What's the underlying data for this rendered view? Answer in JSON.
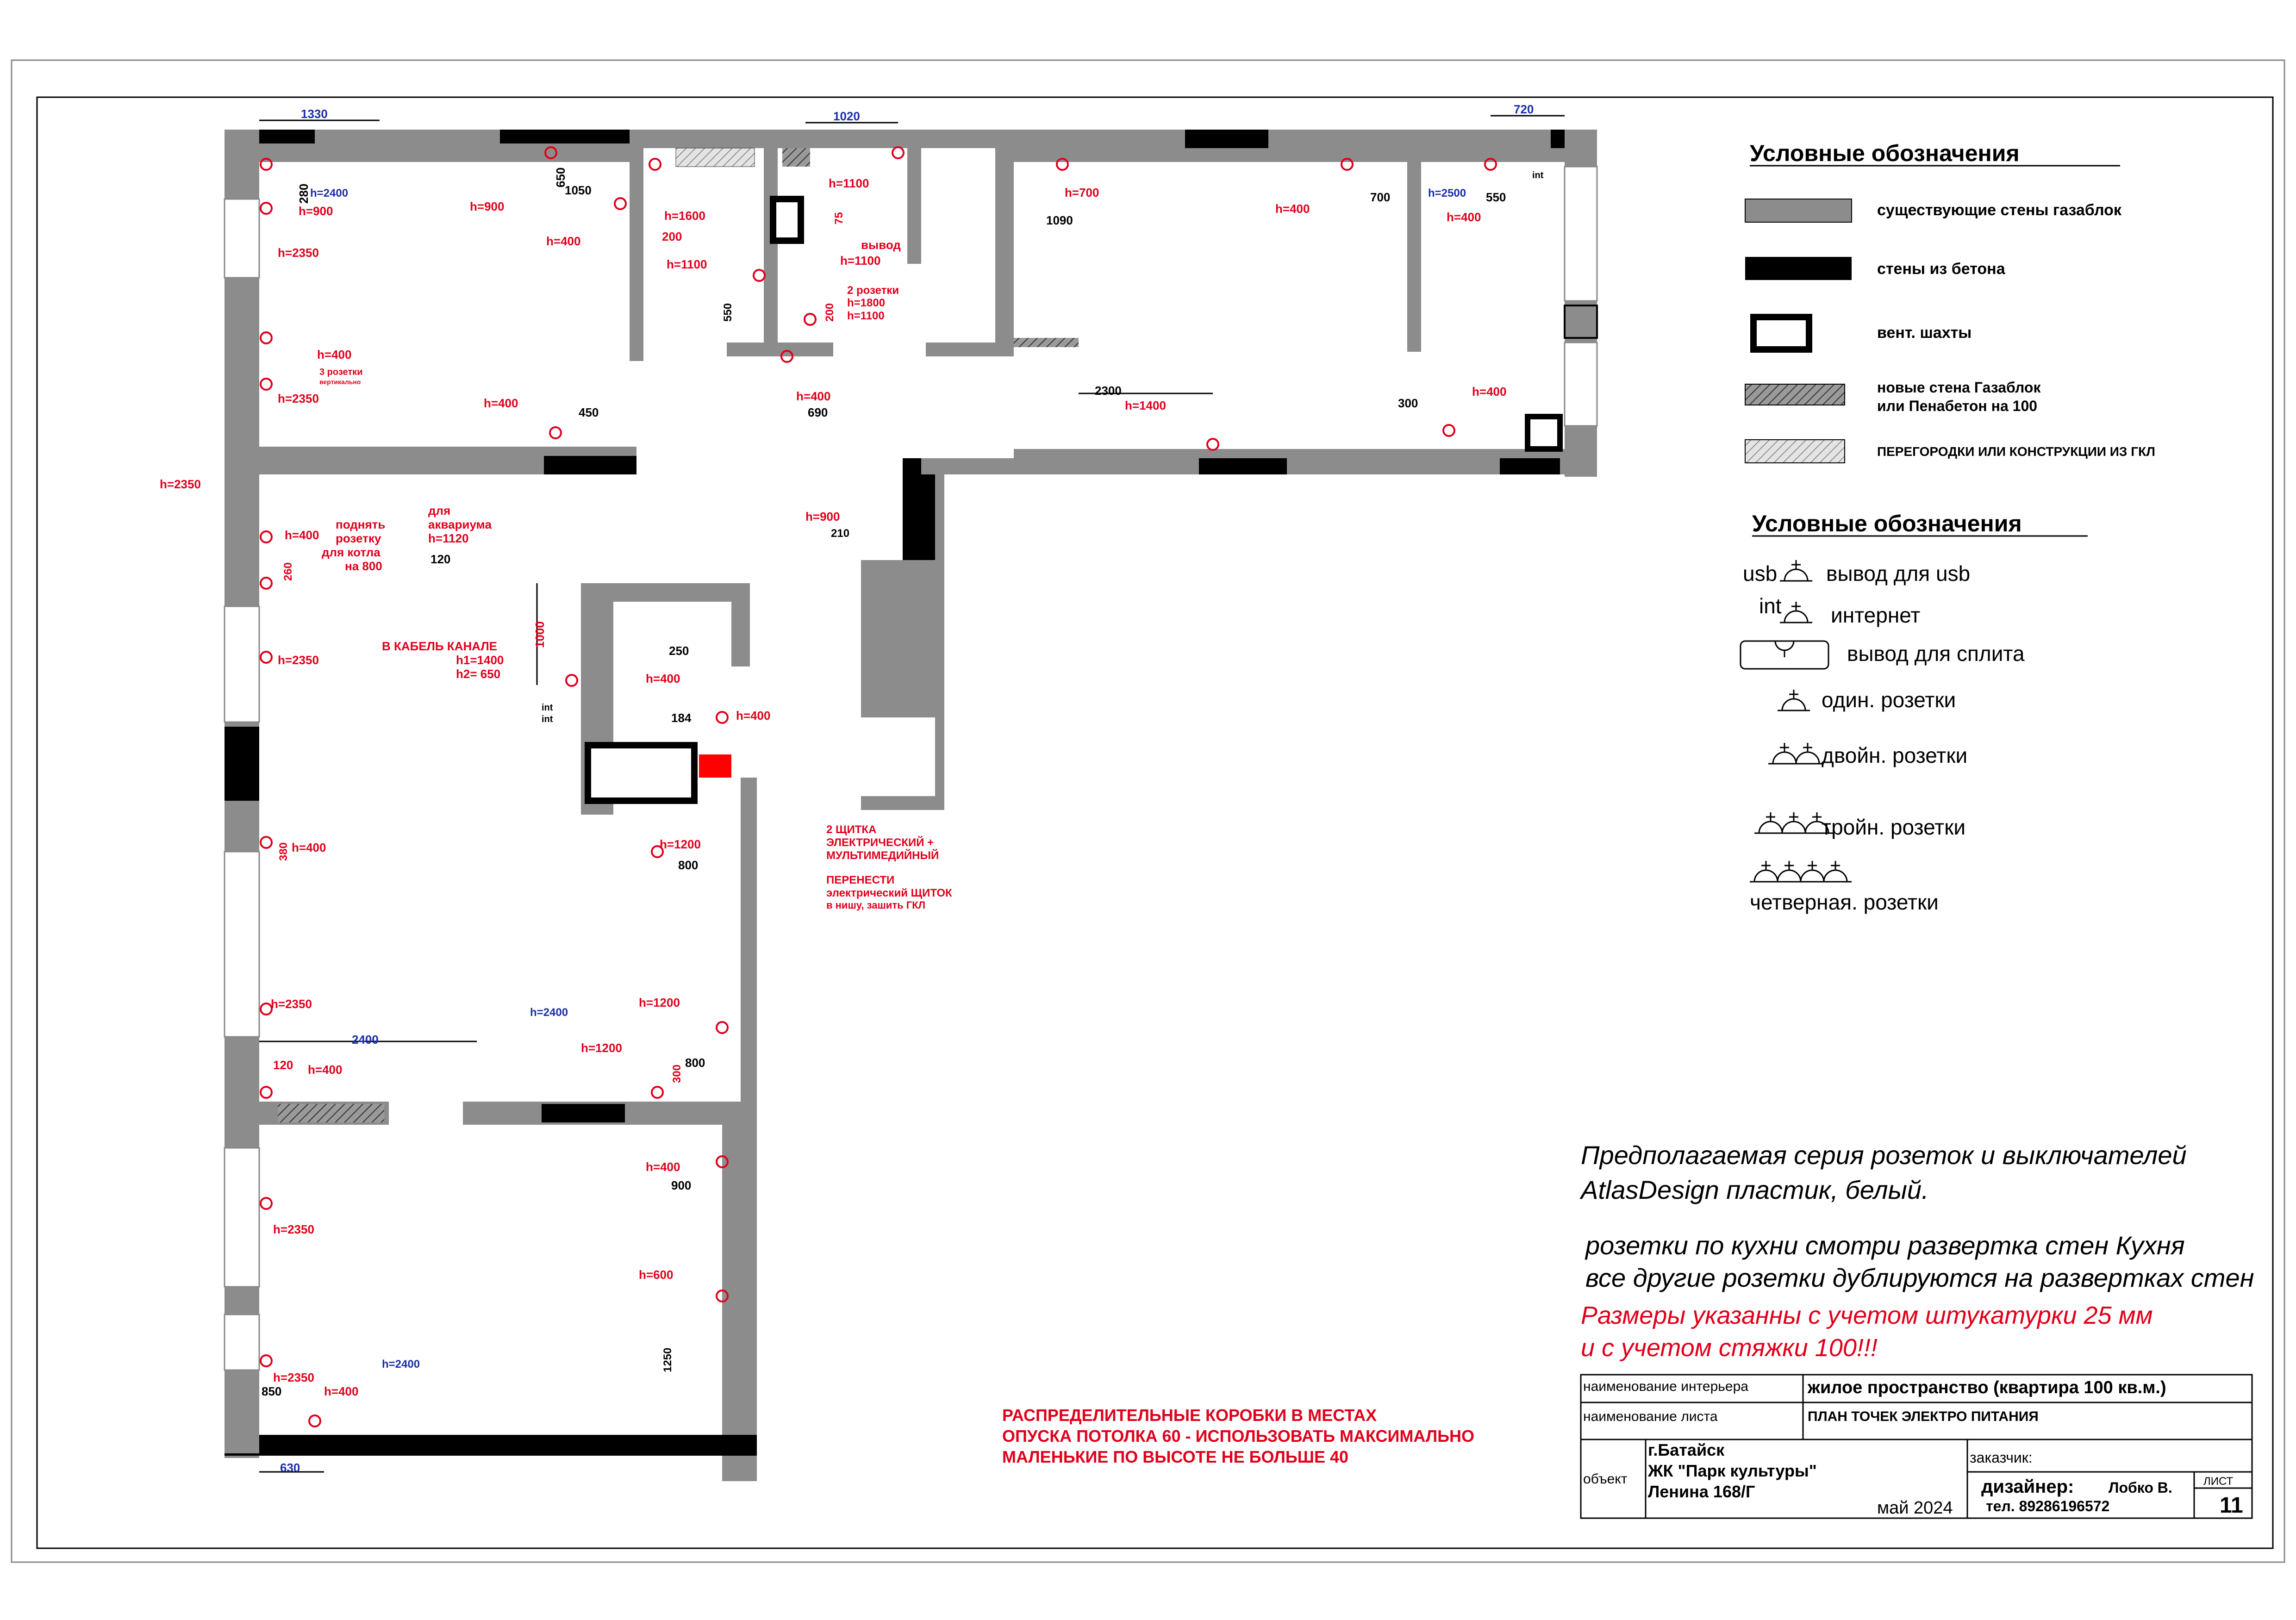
{
  "legend1": {
    "title": "Условные обозначения",
    "items": [
      {
        "label": "существующие стены газаблок",
        "style": "gray"
      },
      {
        "label": "стены из бетона",
        "style": "black"
      },
      {
        "label": "вент. шахты",
        "style": "vent"
      },
      {
        "label": "новые стена Газаблок",
        "label2": "или Пенабетон на 100",
        "style": "hatch"
      },
      {
        "label": "ПЕРЕГОРОДКИ ИЛИ КОНСТРУКЦИИ ИЗ ГКЛ",
        "style": "hatch-light"
      }
    ]
  },
  "legend2": {
    "title": "Условные обозначения",
    "items": [
      {
        "prefix": "usb",
        "label": "вывод для usb"
      },
      {
        "prefix": "int",
        "label": "интернет"
      },
      {
        "prefix": "",
        "label": "вывод для сплита"
      },
      {
        "prefix": "",
        "label": "один. розетки"
      },
      {
        "prefix": "",
        "label": "двойн. розетки"
      },
      {
        "prefix": "",
        "label": "тройн. розетки"
      },
      {
        "prefix": "",
        "label": "четверная. розетки"
      }
    ]
  },
  "notes": {
    "line1": "Предполагаемая серия розеток и выключателей",
    "line2": "AtlasDesign пластик, белый.",
    "line3": "розетки по кухни смотри развертка стен Кухня",
    "line4": "все другие розетки дублируются на развертках стен",
    "line5": "Размеры указанны  с учетом штукатурки 25 мм",
    "line6": "и с учетом стяжки 100!!!"
  },
  "junction_note": {
    "line1": "РАСПРЕДЕЛИТЕЛЬНЫЕ КОРОБКИ В МЕСТАХ",
    "line2": "ОПУСКА ПОТОЛКА 60 - ИСПОЛЬЗОВАТЬ МАКСИМАЛЬНО",
    "line3": "МАЛЕНЬКИЕ ПО ВЫСОТЕ НЕ БОЛЬШЕ 40"
  },
  "title_block": {
    "interior_label": "наименование интерьера",
    "interior_value": "жилое пространство (квартира 100 кв.м.)",
    "sheet_label": "наименование листа",
    "sheet_value": "ПЛАН ТОЧЕК ЭЛЕКТРО ПИТАНИЯ",
    "object_label": "объект",
    "object_line1": "г.Батайск",
    "object_line2": "ЖК \"Парк культуры\"",
    "object_line3": "Ленина 168/Г",
    "date": "май 2024",
    "customer_label": "заказчик:",
    "designer_label": "дизайнер:",
    "designer_name": "Лобко В.",
    "phone": "тел. 89286196572",
    "sheet_no_label": "ЛИСТ",
    "sheet_no": "11"
  },
  "annotations": {
    "dims_blue": [
      "1330",
      "1020",
      "720",
      "630",
      "2400"
    ],
    "h2400": "h=2400",
    "h2500": "h=2500",
    "h900": "h=900",
    "h400": "h=400",
    "h2350": "h=2350",
    "h1600": "h=1600",
    "h1100": "h=1100",
    "h700": "h=700",
    "h1400": "h=1400",
    "h1200": "h=1200",
    "h600": "h=600",
    "d280": "280",
    "d650": "650",
    "d1050": "1050",
    "d200": "200",
    "d550": "550",
    "d75": "75",
    "d690": "690",
    "d1090": "1090",
    "d700": "700",
    "d2300": "2300",
    "d300": "300",
    "d450": "450",
    "d210": "210",
    "d120": "120",
    "d260": "260",
    "d1000": "1000",
    "d250": "250",
    "d184": "184",
    "d380": "380",
    "d800": "800",
    "d900": "900",
    "d1250": "1250",
    "d850": "850",
    "int": "int",
    "vyvod": "вывод",
    "two_sockets": "2 розетки",
    "h1800": "h=1800",
    "three_sockets": "3 розетки",
    "vertical": "вертикально",
    "boiler1": "поднять",
    "boiler2": "розетку",
    "boiler3": "для котла",
    "boiler4": "на 800",
    "aqua1": "для",
    "aqua2": "аквариума",
    "aqua3": "h=1120",
    "cable1": "В КАБЕЛЬ КАНАЛЕ",
    "cable2": "h1=1400",
    "cable3": "h2= 650",
    "panel1": "2 ЩИТКА",
    "panel2": "ЭЛЕКТРИЧЕСКИЙ +",
    "panel3": "МУЛЬТИМЕДИЙНЫЙ",
    "panel4": "ПЕРЕНЕСТИ",
    "panel5": "электрический ЩИТОК",
    "panel6": "в нишу, зашить ГКЛ"
  }
}
